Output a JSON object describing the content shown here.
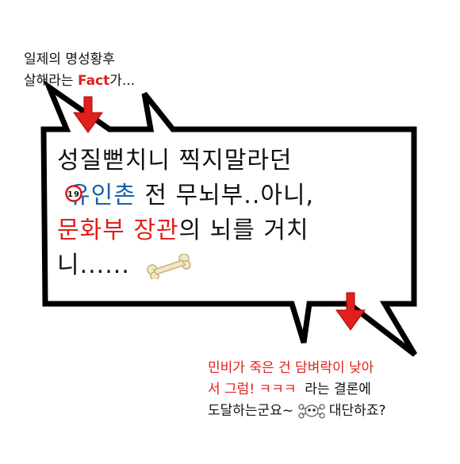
{
  "top_caption": {
    "line1": "일제의 명성황후",
    "line2_prefix": "살해라는 ",
    "line2_fact": "Fact",
    "line2_suffix": "가..."
  },
  "main": {
    "line1": "성질뻗치니 찍지말라던",
    "line2_name": "유인촌",
    "line2_rest": " 전 무뇌부..아니,",
    "line3_red": "문화부 장관",
    "line3_rest": "의 뇌를 거치",
    "line4": "니......",
    "badge_text": "19"
  },
  "bottom_caption": {
    "line1": "민비가 죽은 건 담벼락이 낮아",
    "line2_red": "서 그럼! ㅋㅋㅋ",
    "line2_rest": "  라는 결론에",
    "line3_prefix": "도달하는군요~",
    "line3_suffix": " 대단하죠?"
  },
  "colors": {
    "accent_red": "#e0201c",
    "name_blue": "#1a5faa",
    "bubble_stroke": "#000000",
    "bubble_fill": "#ffffff"
  },
  "icons": [
    "down-arrow-icon",
    "age-19-badge-icon",
    "bone-icon",
    "skull-icon"
  ]
}
